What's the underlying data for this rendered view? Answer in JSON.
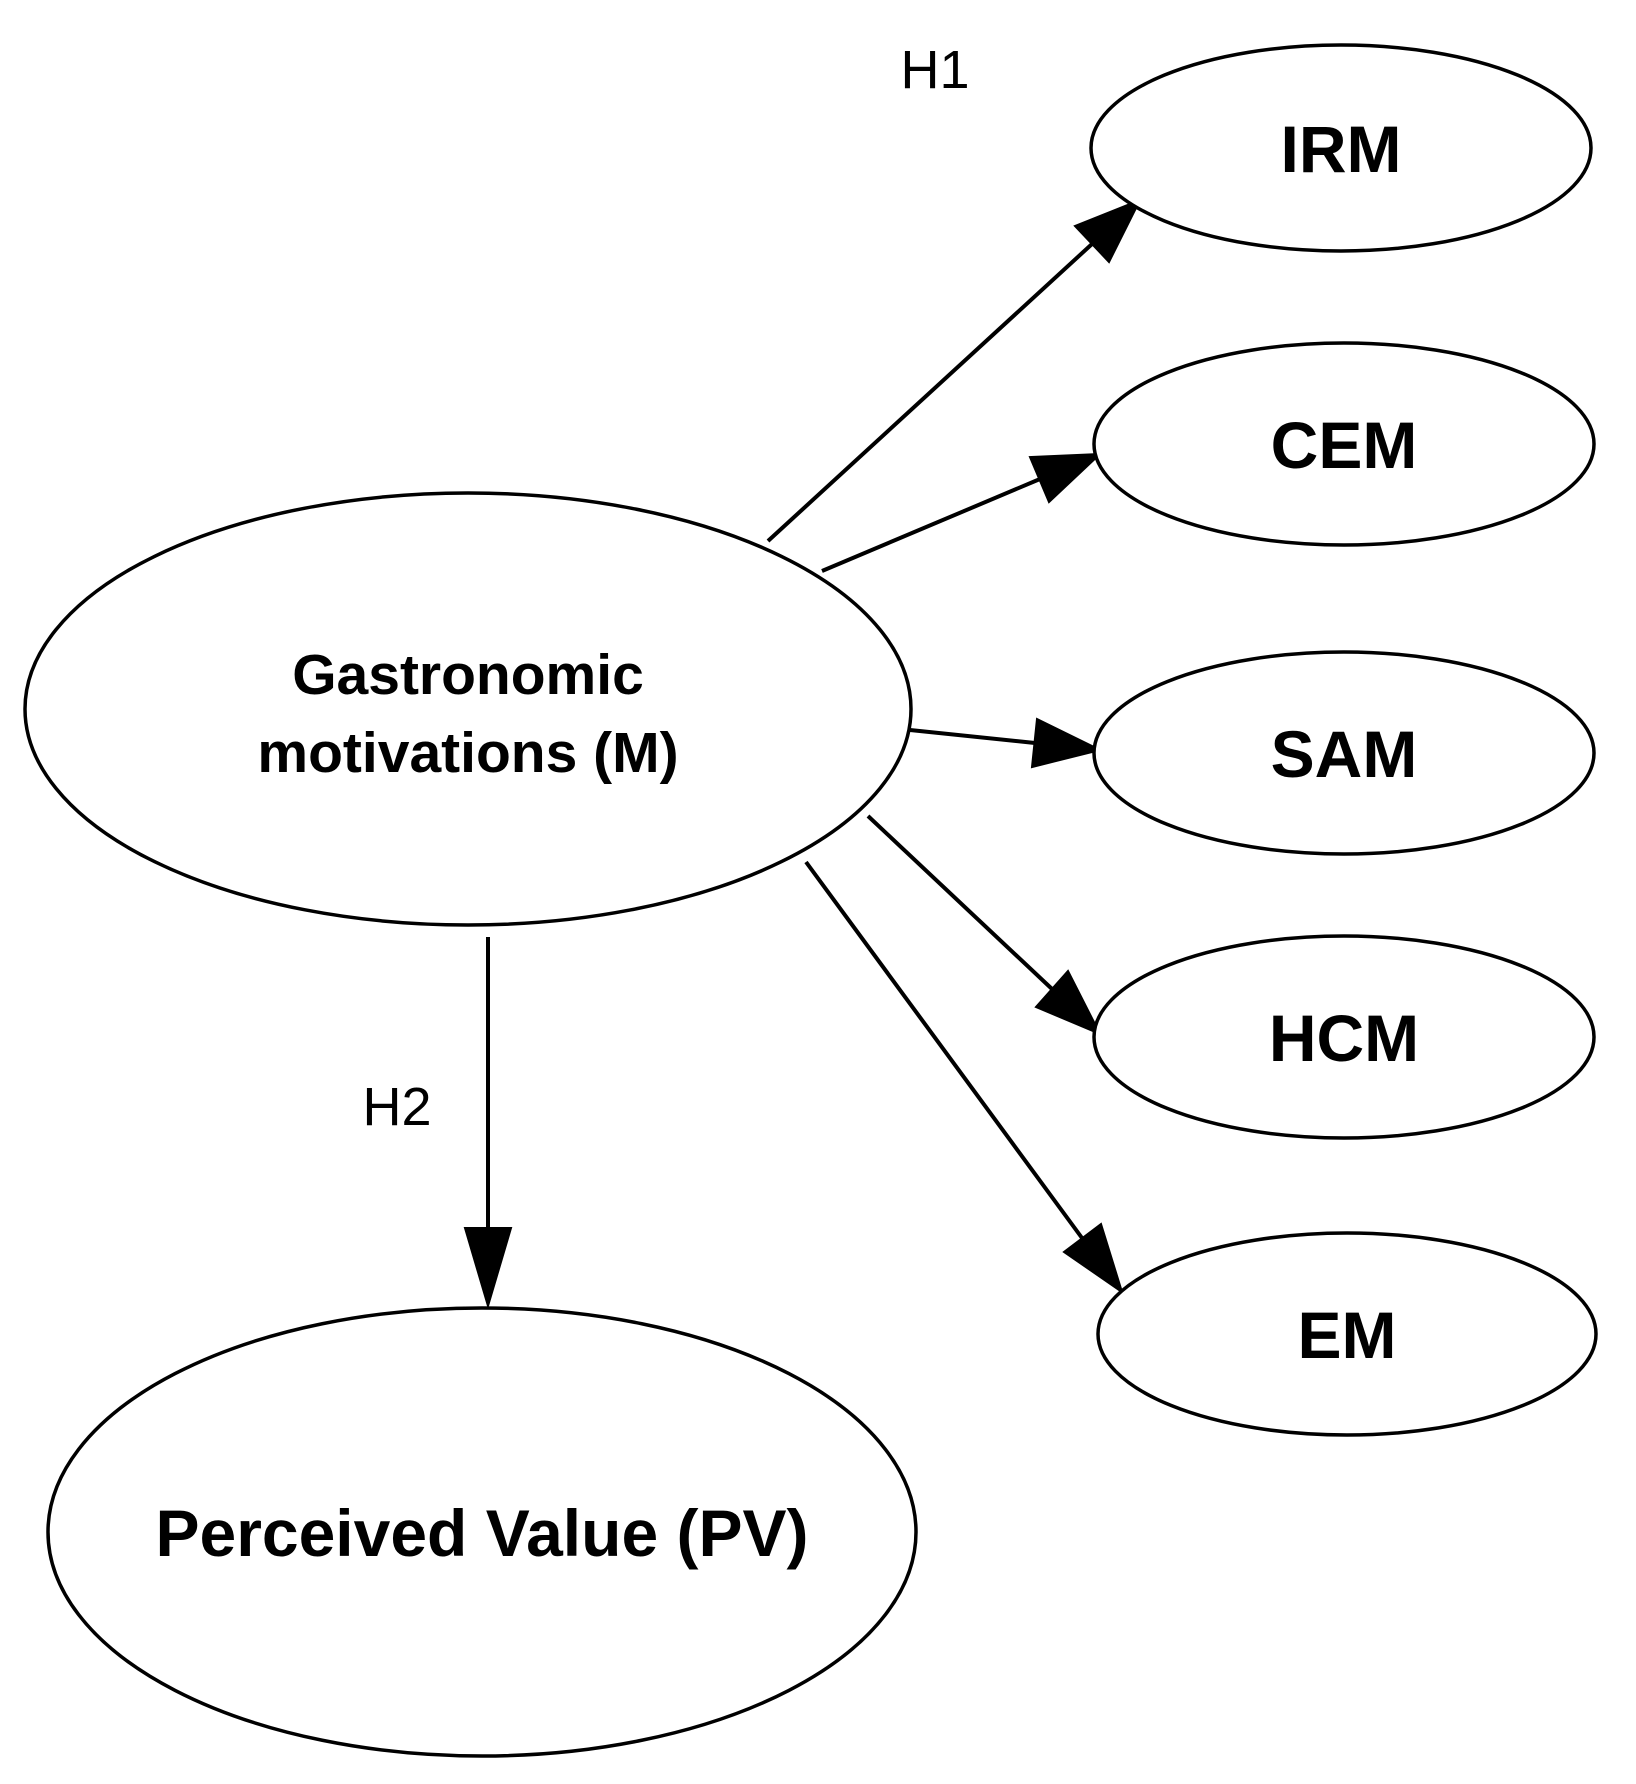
{
  "diagram": {
    "nodes": {
      "m": {
        "lines": [
          "Gastronomic",
          "motivations (M)"
        ]
      },
      "pv": {
        "lines": [
          "Perceived Value (PV)"
        ]
      },
      "irm": {
        "lines": [
          "IRM"
        ]
      },
      "cem": {
        "lines": [
          "CEM"
        ]
      },
      "sam": {
        "lines": [
          "SAM"
        ]
      },
      "hcm": {
        "lines": [
          "HCM"
        ]
      },
      "em": {
        "lines": [
          "EM"
        ]
      }
    },
    "edges": [
      {
        "from": "m",
        "to": "irm"
      },
      {
        "from": "m",
        "to": "cem"
      },
      {
        "from": "m",
        "to": "sam"
      },
      {
        "from": "m",
        "to": "hcm"
      },
      {
        "from": "m",
        "to": "em"
      },
      {
        "from": "m",
        "to": "pv"
      }
    ],
    "hypotheses": {
      "h1": "H1",
      "h2": "H2"
    }
  }
}
